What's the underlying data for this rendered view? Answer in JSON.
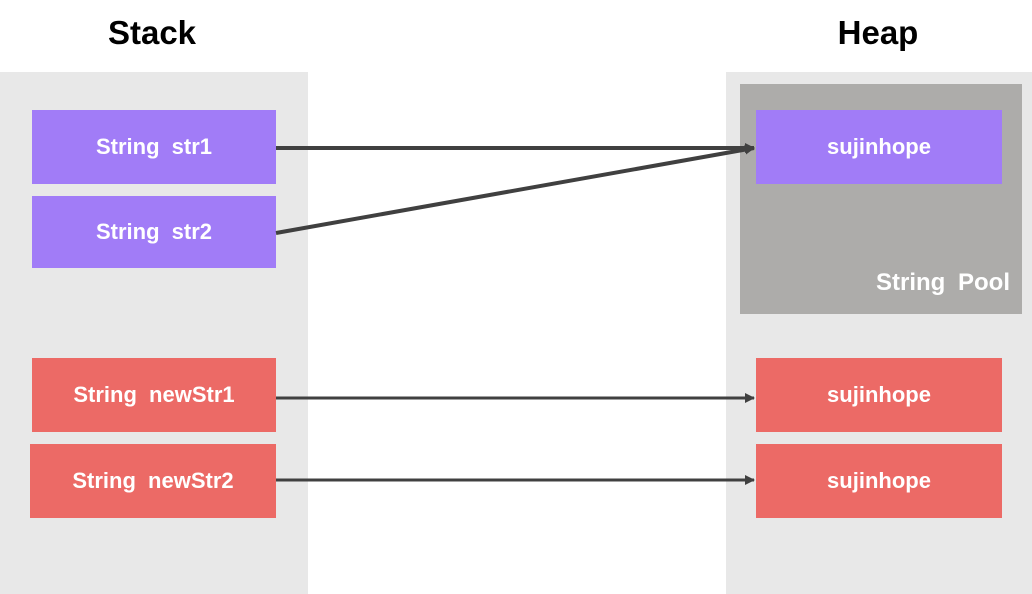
{
  "stack": {
    "title": "Stack",
    "vars": [
      {
        "label": "String str1",
        "kind": "pool"
      },
      {
        "label": "String str2",
        "kind": "pool"
      },
      {
        "label": "String newStr1",
        "kind": "new"
      },
      {
        "label": "String newStr2",
        "kind": "new"
      }
    ]
  },
  "heap": {
    "title": "Heap",
    "pool_label": "String Pool",
    "objects": [
      {
        "label": "sujinhope",
        "kind": "pool"
      },
      {
        "label": "sujinhope",
        "kind": "new"
      },
      {
        "label": "sujinhope",
        "kind": "new"
      }
    ]
  },
  "colors": {
    "pool": "#a17cf7",
    "new": "#ec6a66",
    "string_pool": "#adacaa",
    "panel": "#e8e8e8",
    "arrow": "#404040"
  }
}
